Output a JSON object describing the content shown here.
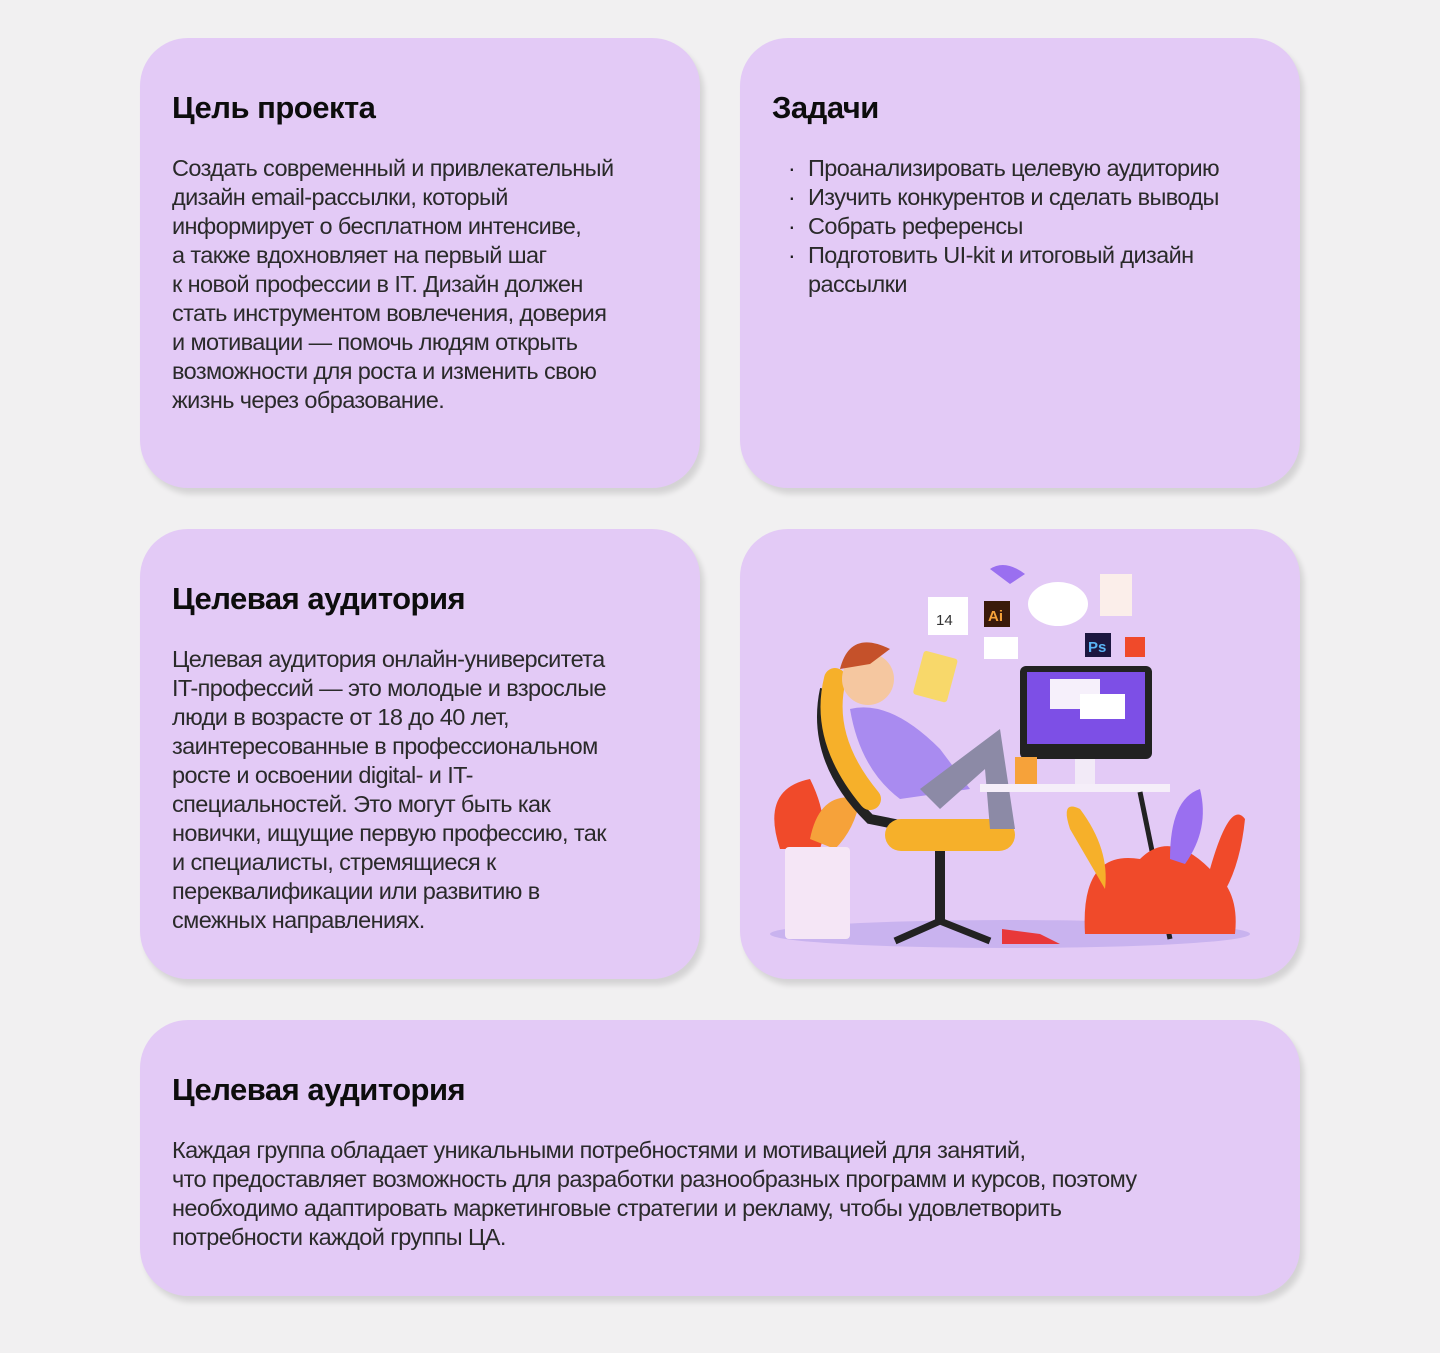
{
  "goal": {
    "title": "Цель проекта",
    "lines": [
      "Создать современный и привлекательный",
      "дизайн email-рассылки, который",
      "информирует о бесплатном интенсиве,",
      "а также вдохновляет на первый шаг",
      "к новой профессии в IT.  Дизайн должен",
      "стать инструментом вовлечения, доверия",
      "и мотивации — помочь людям открыть",
      "возможности для роста и изменить свою",
      "жизнь через образование."
    ]
  },
  "tasks": {
    "title": "Задачи",
    "items": [
      [
        "Проанализировать целевую аудиторию"
      ],
      [
        "Изучить конкурентов и сделать выводы"
      ],
      [
        "Собрать референсы"
      ],
      [
        "Подготовить UI-kit и итоговый дизайн",
        "рассылки"
      ]
    ]
  },
  "audience": {
    "title": "Целевая аудитория",
    "lines": [
      "Целевая аудитория онлайн-университета",
      "IT-профессий — это молодые и взрослые",
      "люди в возрасте от 18 до 40 лет,",
      "заинтересованные в профессиональном",
      "росте и освоении digital- и IT-",
      "специальностей. Это могут быть как",
      "новички, ищущие первую профессию, так",
      "и специалисты, стремящиеся к",
      "переквалификации или развитию в",
      "смежных направлениях."
    ]
  },
  "illustration": {
    "calendar_day": "14",
    "ai_label": "Ai",
    "ps_label": "Ps"
  },
  "groups": {
    "title": "Целевая аудитория",
    "lines": [
      "Каждая группа обладает уникальными потребностями и мотивацией для занятий,",
      "что предоставляет возможность для разработки разнообразных программ и курсов, поэтому",
      "необходимо адаптировать маркетинговые стратегии и рекламу, чтобы удовлетворить",
      "потребности каждой группы ЦА."
    ]
  }
}
